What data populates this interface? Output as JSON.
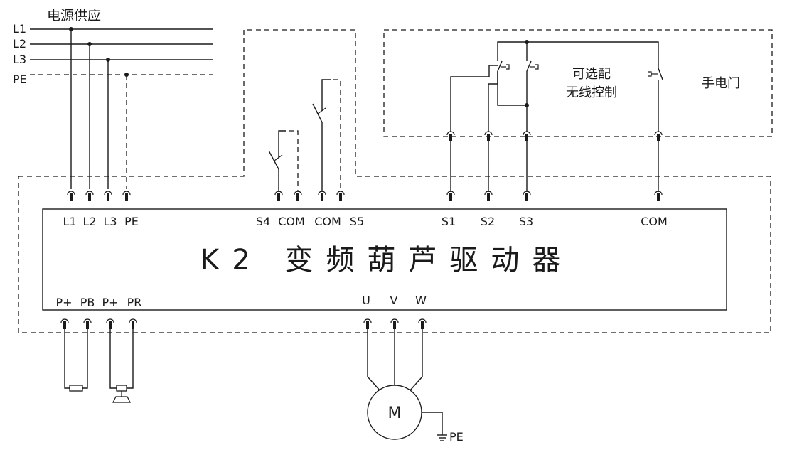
{
  "supply": {
    "title": "电源供应",
    "lines": [
      "L1",
      "L2",
      "L3",
      "PE"
    ]
  },
  "drive": {
    "title": "K2 变频葫芦驱动器",
    "top_terminals": [
      "L1",
      "L2",
      "L3",
      "PE",
      "S4",
      "COM",
      "COM",
      "S5",
      "S1",
      "S2",
      "S3",
      "COM"
    ],
    "bottom_terminals": [
      "P+",
      "PB",
      "P+",
      "PR",
      "U",
      "V",
      "W"
    ]
  },
  "wireless": {
    "label_line1": "可选配",
    "label_line2": "无线控制"
  },
  "door": {
    "label": "手电门"
  },
  "motor": {
    "label": "M",
    "earth_label": "PE"
  }
}
